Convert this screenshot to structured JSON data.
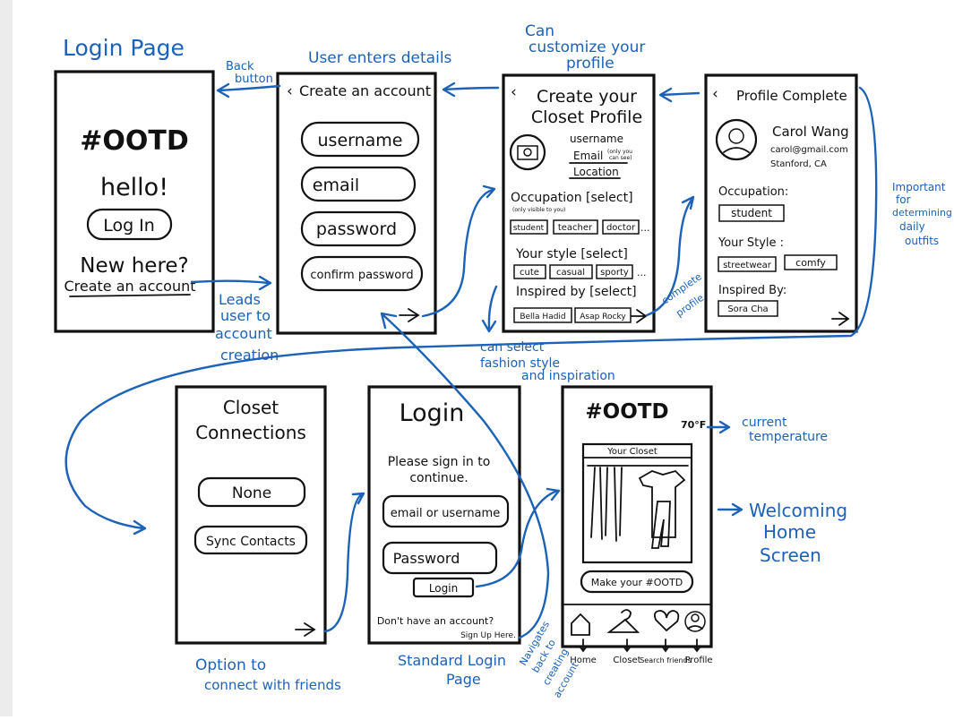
{
  "annotations": {
    "login_page": "Login Page",
    "back_button_1": "Back",
    "back_button_2": "button",
    "user_enters": "User enters details",
    "customize_1": "Can",
    "customize_2": "customize your",
    "customize_3": "profile",
    "leads_1": "Leads",
    "leads_2": "user to",
    "leads_3": "account",
    "leads_4": "creation",
    "important_1": "Important",
    "important_2": "for",
    "important_3": "determining",
    "important_4": "daily",
    "important_5": "outfits",
    "can_select_1": "can select",
    "can_select_2": "fashion style",
    "can_select_3": "and inspiration",
    "complete_profile_1": "complete",
    "complete_profile_2": "profile",
    "current_temp_1": "current",
    "current_temp_2": "temperature",
    "welcoming_1": "Welcoming",
    "welcoming_2": "Home",
    "welcoming_3": "Screen",
    "option_1": "Option to",
    "option_2": "connect with friends",
    "standard_1": "Standard Login",
    "standard_2": "Page",
    "navigates_1": "Navigates",
    "navigates_2": "back to",
    "navigates_3": "creating",
    "navigates_4": "account"
  },
  "screen_login_page": {
    "title": "#OOTD",
    "greeting": "hello!",
    "login_button": "Log In",
    "new_here": "New here?",
    "create_link": "Create an account"
  },
  "screen_create_account": {
    "title": "Create an account",
    "username": "username",
    "email": "email",
    "password": "password",
    "confirm_password": "confirm password"
  },
  "screen_closet_profile": {
    "title_1": "Create your",
    "title_2": "Closet Profile",
    "username": "username",
    "email": "Email",
    "email_note_1": "(only you",
    "email_note_2": "can see)",
    "location": "Location",
    "occupation": "Occupation [select]",
    "occupation_note": "(only visible to you)",
    "occupation_options": [
      "student",
      "teacher",
      "doctor"
    ],
    "style": "Your style [select]",
    "style_options": [
      "cute",
      "casual",
      "sporty"
    ],
    "inspired": "Inspired by [select]",
    "inspired_options": [
      "Bella Hadid",
      "Asap Rocky"
    ],
    "more": "..."
  },
  "screen_profile_complete": {
    "title": "Profile Complete",
    "name": "Carol Wang",
    "email": "carol@gmail.com",
    "location": "Stanford, CA",
    "occupation_label": "Occupation:",
    "occupation_value": "student",
    "style_label": "Your Style :",
    "style_values": [
      "streetwear",
      "comfy"
    ],
    "inspired_label": "Inspired By:",
    "inspired_value": "Sora Cha"
  },
  "screen_closet_connections": {
    "title_1": "Closet",
    "title_2": "Connections",
    "none": "None",
    "sync": "Sync Contacts"
  },
  "screen_login": {
    "title": "Login",
    "prompt_1": "Please sign in to",
    "prompt_2": "continue.",
    "email_field": "email or username",
    "password_field": "Password",
    "login_button": "Login",
    "no_account": "Don't have an account?",
    "sign_up": "Sign Up Here."
  },
  "screen_home": {
    "title": "#OOTD",
    "temperature": "70°F",
    "closet_label": "Your Closet",
    "make_button": "Make your #OOTD",
    "nav_labels": [
      "Home",
      "Closet",
      "Search friends",
      "Profile"
    ],
    "nav_icons": [
      "home-icon",
      "hanger-icon",
      "heart-search-icon",
      "profile-icon"
    ]
  },
  "colors": {
    "annotation": "#1b62b8",
    "sketch": "#111111"
  }
}
